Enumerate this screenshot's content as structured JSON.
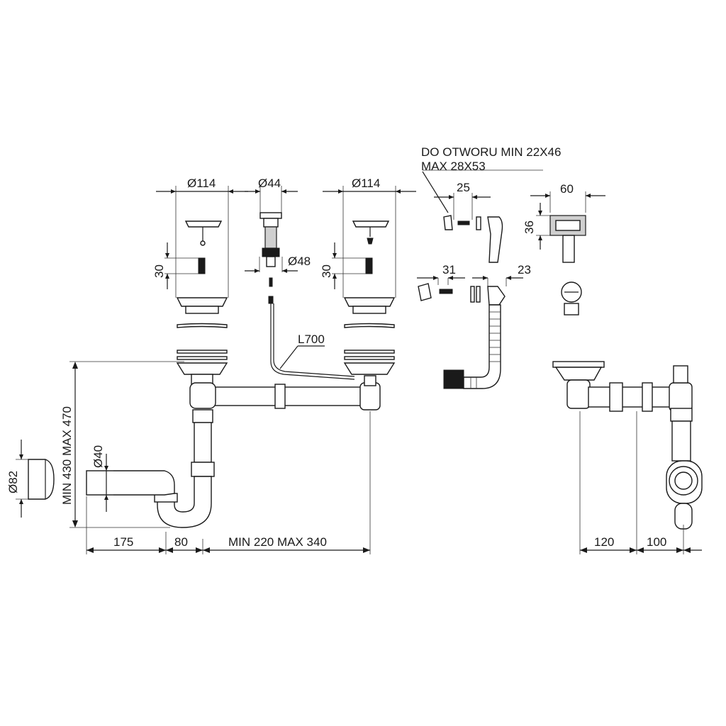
{
  "colors": {
    "line": "#1a1a1a",
    "part_fill": "#ffffff",
    "shade": "#cfcfcf"
  },
  "labels": {
    "hole_note_1": "DO OTWORU MIN 22X46",
    "hole_note_2": "MAX 28X53",
    "dia_114_left": "Ø114",
    "dia_44": "Ø44",
    "dia_114_right": "Ø114",
    "dim_25": "25",
    "dim_60": "60",
    "dim_36": "36",
    "dim_30_left": "30",
    "dim_48": "Ø48",
    "dim_30_right": "30",
    "dim_31": "31",
    "dim_23": "23",
    "cable_L700": "L700",
    "height_range": "MIN 430 MAX 470",
    "dia_40": "Ø40",
    "dia_82": "Ø82",
    "dim_175": "175",
    "dim_80": "80",
    "span_range": "MIN 220 MAX 340",
    "dim_120": "120",
    "dim_100": "100"
  }
}
